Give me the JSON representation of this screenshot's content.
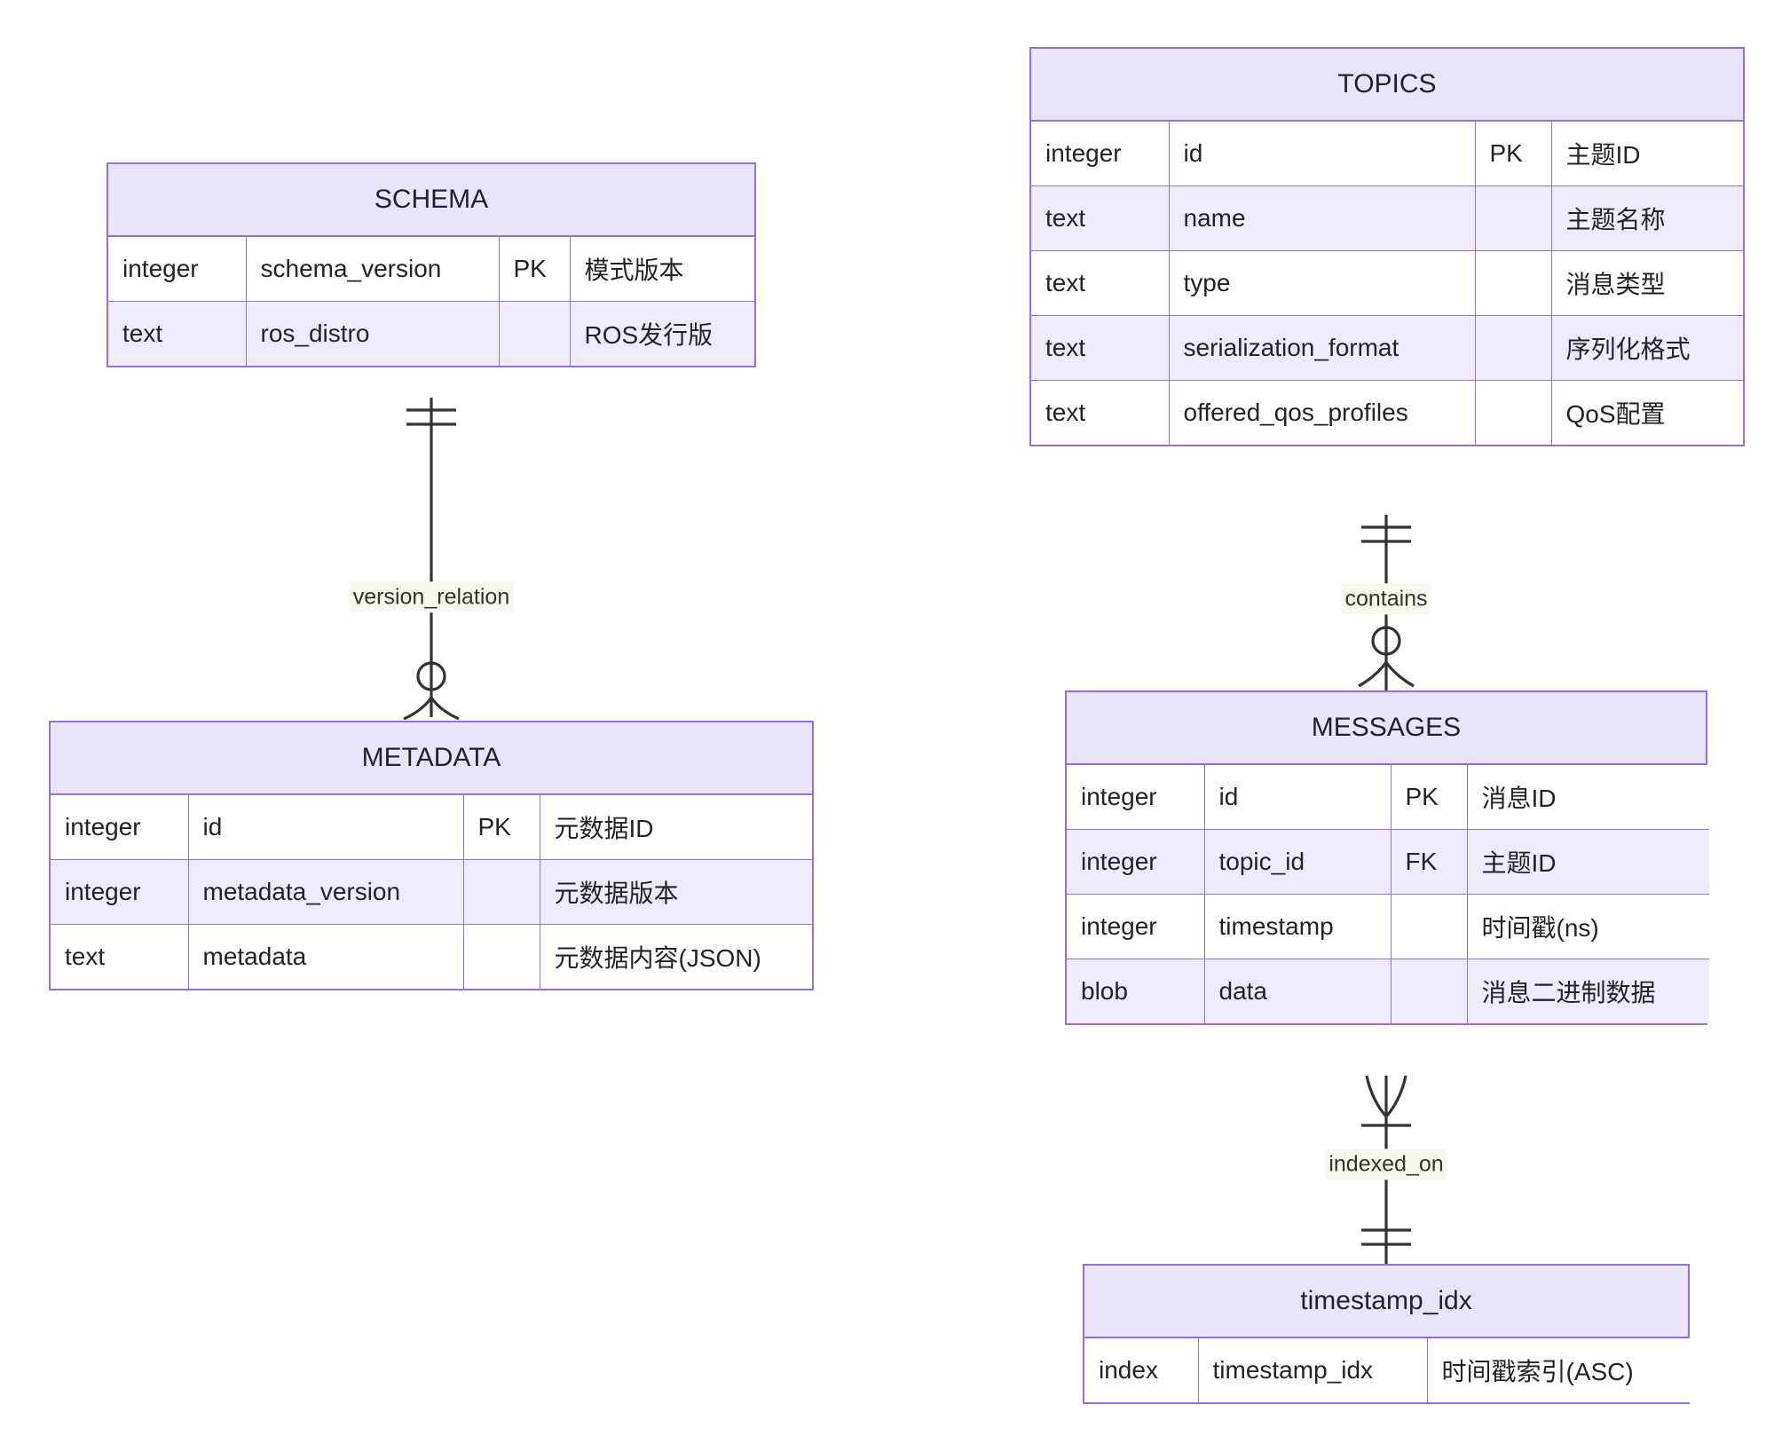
{
  "diagram": {
    "type": "er-diagram",
    "title": "",
    "theme": {
      "entity_header_fill": "#e8e4fb",
      "entity_row_fill": "#ffffff",
      "entity_row_alt_fill": "#eeebfc",
      "entity_border": "#9370db",
      "text": "#232323",
      "relation_line": "#333333",
      "relation_label_fill": "#f7f8ee",
      "relation_label_text": "#333333",
      "background": "#ffffff"
    }
  },
  "entities": {
    "schema": {
      "name": "SCHEMA",
      "attributes": [
        {
          "type": "integer",
          "name": "schema_version",
          "key": "PK",
          "comment": "模式版本"
        },
        {
          "type": "text",
          "name": "ros_distro",
          "key": "",
          "comment": "ROS发行版"
        }
      ]
    },
    "metadata": {
      "name": "METADATA",
      "attributes": [
        {
          "type": "integer",
          "name": "id",
          "key": "PK",
          "comment": "元数据ID"
        },
        {
          "type": "integer",
          "name": "metadata_version",
          "key": "",
          "comment": "元数据版本"
        },
        {
          "type": "text",
          "name": "metadata",
          "key": "",
          "comment": "元数据内容(JSON)"
        }
      ]
    },
    "topics": {
      "name": "TOPICS",
      "attributes": [
        {
          "type": "integer",
          "name": "id",
          "key": "PK",
          "comment": "主题ID"
        },
        {
          "type": "text",
          "name": "name",
          "key": "",
          "comment": "主题名称"
        },
        {
          "type": "text",
          "name": "type",
          "key": "",
          "comment": "消息类型"
        },
        {
          "type": "text",
          "name": "serialization_format",
          "key": "",
          "comment": "序列化格式"
        },
        {
          "type": "text",
          "name": "offered_qos_profiles",
          "key": "",
          "comment": "QoS配置"
        }
      ]
    },
    "messages": {
      "name": "MESSAGES",
      "attributes": [
        {
          "type": "integer",
          "name": "id",
          "key": "PK",
          "comment": "消息ID"
        },
        {
          "type": "integer",
          "name": "topic_id",
          "key": "FK",
          "comment": "主题ID"
        },
        {
          "type": "integer",
          "name": "timestamp",
          "key": "",
          "comment": "时间戳(ns)"
        },
        {
          "type": "blob",
          "name": "data",
          "key": "",
          "comment": "消息二进制数据"
        }
      ]
    },
    "timestamp_idx": {
      "name": "timestamp_idx",
      "attributes": [
        {
          "type": "index",
          "name": "timestamp_idx",
          "key": "",
          "comment": "时间戳索引(ASC)"
        }
      ]
    }
  },
  "relationships": [
    {
      "id": "version_relation",
      "label": "version_relation",
      "from": "SCHEMA",
      "to": "METADATA",
      "from_cardinality": "exactly-one",
      "to_cardinality": "zero-or-many"
    },
    {
      "id": "contains",
      "label": "contains",
      "from": "TOPICS",
      "to": "MESSAGES",
      "from_cardinality": "exactly-one",
      "to_cardinality": "zero-or-many"
    },
    {
      "id": "indexed_on",
      "label": "indexed_on",
      "from": "MESSAGES",
      "to": "timestamp_idx",
      "from_cardinality": "one-or-many",
      "to_cardinality": "exactly-one"
    }
  ]
}
